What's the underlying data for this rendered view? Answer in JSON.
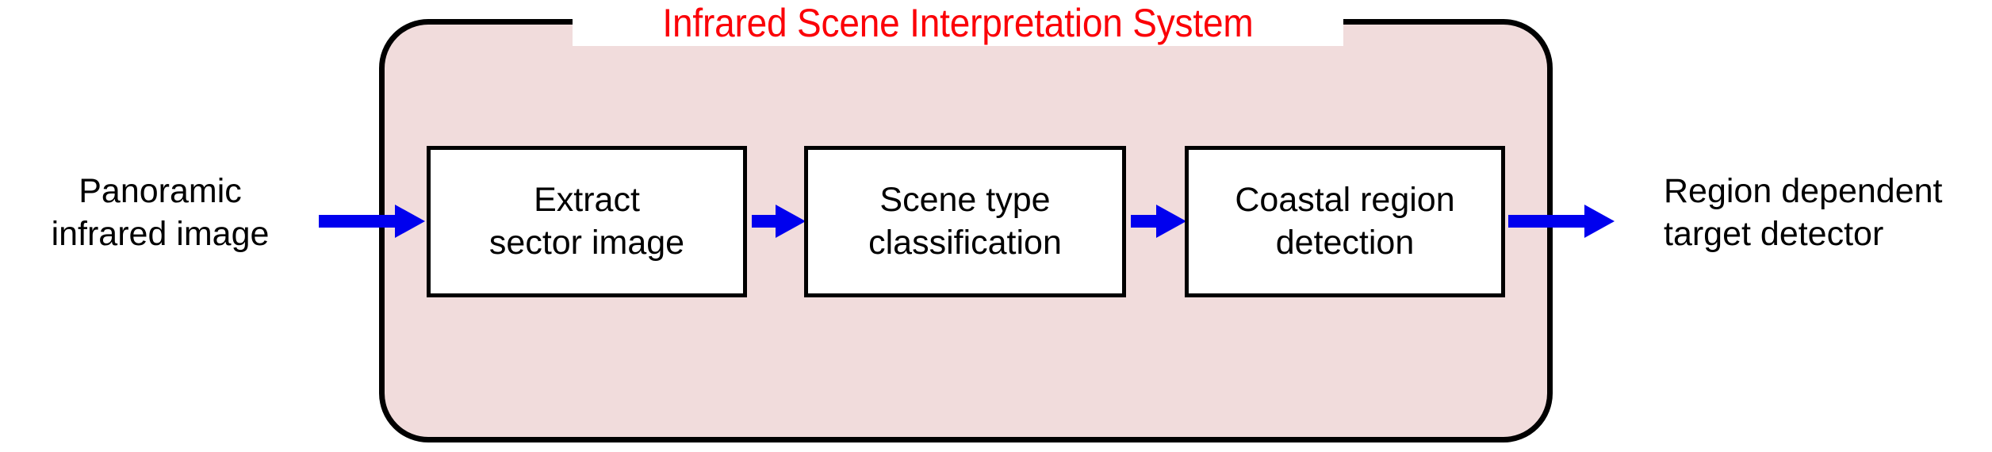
{
  "diagram": {
    "title": "Infrared Scene Interpretation System",
    "title_color": "#fb0007",
    "panel_fill": "#f1dcdc",
    "panel_border": "#000000",
    "arrow_color": "#0000ee",
    "box_fill": "#ffffff",
    "text_color": "#000000"
  },
  "input": {
    "label": "Panoramic\ninfrared image"
  },
  "output": {
    "label": "Region dependent\ntarget detector"
  },
  "stages": [
    {
      "id": "extract",
      "label": "Extract\nsector image"
    },
    {
      "id": "classify",
      "label": "Scene type\nclassification"
    },
    {
      "id": "coastal",
      "label": "Coastal region\ndetection"
    }
  ],
  "flow": [
    {
      "from": "input",
      "to": "extract"
    },
    {
      "from": "extract",
      "to": "classify"
    },
    {
      "from": "classify",
      "to": "coastal"
    },
    {
      "from": "coastal",
      "to": "output"
    }
  ]
}
